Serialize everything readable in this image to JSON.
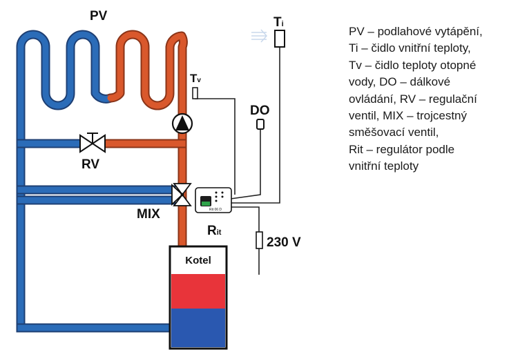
{
  "labels": {
    "pv": "PV",
    "ti_main": "T",
    "ti_sub": "i",
    "tv_main": "T",
    "tv_sub": "v",
    "do": "DO",
    "rv": "RV",
    "mix": "MIX",
    "rit_main": "R",
    "rit_sub": "it",
    "voltage": "230 V",
    "boiler": "Kotel",
    "controller": "Rit 06 D"
  },
  "legend": [
    "PV – podlahové vytápění,",
    "Ti – čidlo vnitřní teploty,",
    "Tv – čidlo teploty otopné",
    "vody, DO – dálkové",
    "ovládání, RV – regulační",
    "ventil, MIX – trojcestný",
    "směšovací ventil,",
    "Rit – regulátor podle",
    "vnitřní teploty"
  ],
  "colors": {
    "return_pipe": "#2b6cb8",
    "supply_pipe": "#d9582c",
    "boiler_hot": "#e8343a",
    "boiler_cold": "#2a58b0",
    "wire": "#222222"
  }
}
